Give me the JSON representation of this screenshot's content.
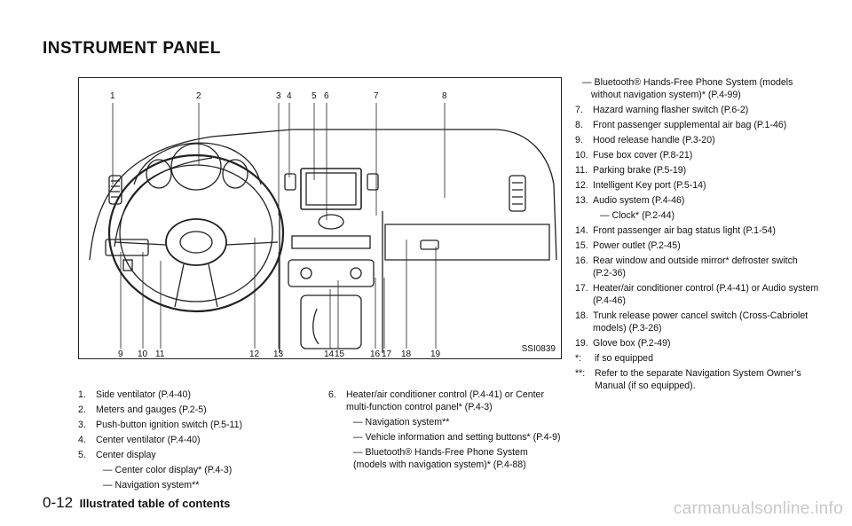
{
  "page_title": "INSTRUMENT PANEL",
  "figure": {
    "code": "SSI0839",
    "callouts_top": [
      "1",
      "2",
      "3",
      "4",
      "5",
      "6",
      "7",
      "8"
    ],
    "callouts_bottom": [
      "9",
      "10",
      "11",
      "12",
      "13",
      "14",
      "15",
      "16",
      "17",
      "18",
      "19"
    ]
  },
  "left_items": [
    {
      "num": "1.",
      "text": "Side ventilator (P.4-40)"
    },
    {
      "num": "2.",
      "text": "Meters and gauges (P.2-5)"
    },
    {
      "num": "3.",
      "text": "Push-button ignition switch (P.5-11)"
    },
    {
      "num": "4.",
      "text": "Center ventilator (P.4-40)"
    },
    {
      "num": "5.",
      "text": "Center display",
      "subs": [
        "— Center color display* (P.4-3)",
        "— Navigation system**"
      ]
    }
  ],
  "mid_items": [
    {
      "num": "6.",
      "text": "Heater/air conditioner control (P.4-41) or Center multi-function control panel* (P.4-3)",
      "subs": [
        "— Navigation system**",
        "— Vehicle information and setting buttons* (P.4-9)",
        "— Bluetooth® Hands-Free Phone System (models with navigation system)* (P.4-88)"
      ]
    }
  ],
  "right_cont": "— Bluetooth® Hands-Free Phone System (models without navigation system)* (P.4-99)",
  "right_items": [
    {
      "num": "7.",
      "text": "Hazard warning flasher switch (P.6-2)"
    },
    {
      "num": "8.",
      "text": "Front passenger supplemental air bag (P.1-46)"
    },
    {
      "num": "9.",
      "text": "Hood release handle (P.3-20)"
    },
    {
      "num": "10.",
      "text": "Fuse box cover (P.8-21)"
    },
    {
      "num": "11.",
      "text": "Parking brake (P.5-19)"
    },
    {
      "num": "12.",
      "text": "Intelligent Key port (P.5-14)"
    },
    {
      "num": "13.",
      "text": "Audio system (P.4-46)",
      "subs": [
        "— Clock* (P.2-44)"
      ]
    },
    {
      "num": "14.",
      "text": "Front passenger air bag status light (P.1-54)"
    },
    {
      "num": "15.",
      "text": "Power outlet (P.2-45)"
    },
    {
      "num": "16.",
      "text": "Rear window and outside mirror* defroster switch (P.2-36)"
    },
    {
      "num": "17.",
      "text": "Heater/air conditioner control (P.4-41) or Audio system (P.4-46)"
    },
    {
      "num": "18.",
      "text": "Trunk release power cancel switch (Cross-Cabriolet models) (P.3-26)"
    },
    {
      "num": "19.",
      "text": "Glove box (P.2-49)"
    }
  ],
  "notes": [
    {
      "num": "*:",
      "text": "if so equipped"
    },
    {
      "num": "**:",
      "text": "Refer to the separate Navigation System Owner’s Manual (if so equipped)."
    }
  ],
  "footer": {
    "page": "0-12",
    "section": "Illustrated table of contents"
  },
  "watermark": "carmanualsonline.info"
}
